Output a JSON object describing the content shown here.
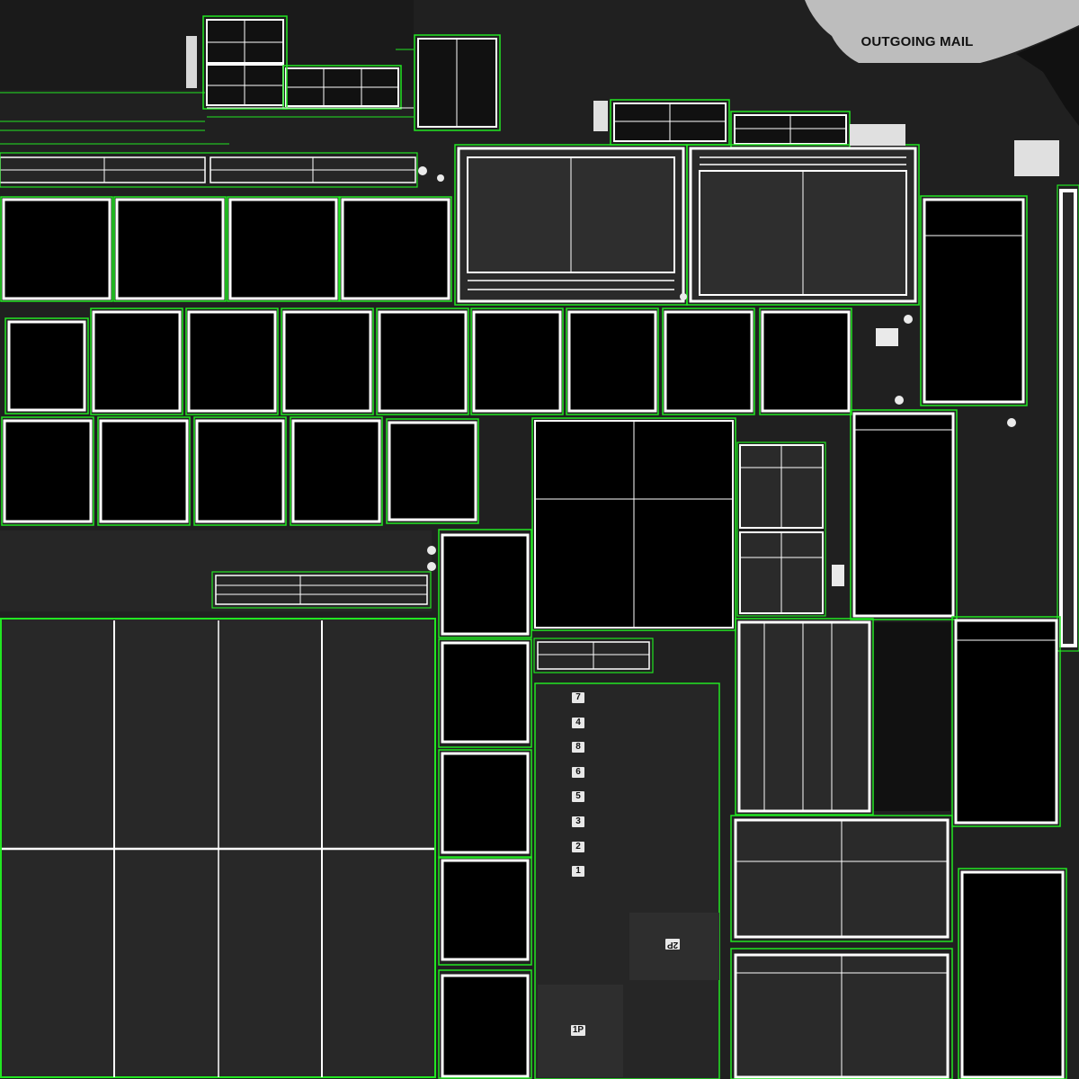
{
  "mailbox_label": "OUTGOING MAIL",
  "button_tags": [
    {
      "id": "btn-7",
      "text": "7"
    },
    {
      "id": "btn-4",
      "text": "4"
    },
    {
      "id": "btn-8",
      "text": "8"
    },
    {
      "id": "btn-6",
      "text": "6"
    },
    {
      "id": "btn-5",
      "text": "5"
    },
    {
      "id": "btn-3",
      "text": "3"
    },
    {
      "id": "btn-2",
      "text": "2"
    },
    {
      "id": "btn-1",
      "text": "1"
    },
    {
      "id": "btn-2p",
      "text": "2P"
    },
    {
      "id": "btn-1p",
      "text": "1P"
    }
  ],
  "colors": {
    "background": "#202020",
    "panel": "#2b2b2b",
    "window_black": "#000000",
    "frame_white": "#ffffff",
    "uv_green": "#22e622",
    "mail_shape": "#bdbdbd"
  }
}
